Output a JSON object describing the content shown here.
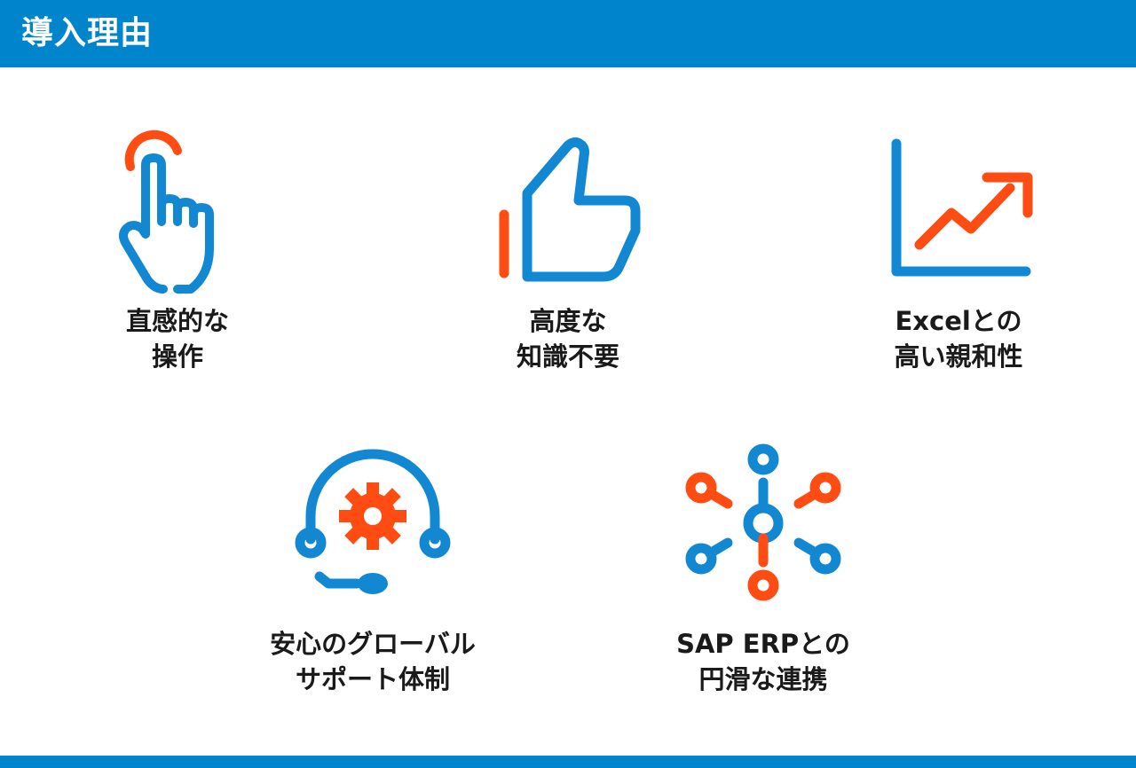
{
  "header": {
    "title": "導入理由"
  },
  "colors": {
    "primary_blue": "#0085cc",
    "icon_blue": "#1287d2",
    "accent_orange": "#ff4c12",
    "text": "#1a1a1a"
  },
  "reasons": [
    {
      "icon": "tap-finger-icon",
      "line1": "直感的な",
      "line2": "操作"
    },
    {
      "icon": "thumbs-up-icon",
      "line1": "高度な",
      "line2": "知識不要"
    },
    {
      "icon": "growth-chart-icon",
      "line1": "Excelとの",
      "line2": "高い親和性"
    },
    {
      "icon": "headset-support-icon",
      "line1": "安心のグローバル",
      "line2": "サポート体制"
    },
    {
      "icon": "network-hub-icon",
      "line1": "SAP ERPとの",
      "line2": "円滑な連携"
    }
  ]
}
